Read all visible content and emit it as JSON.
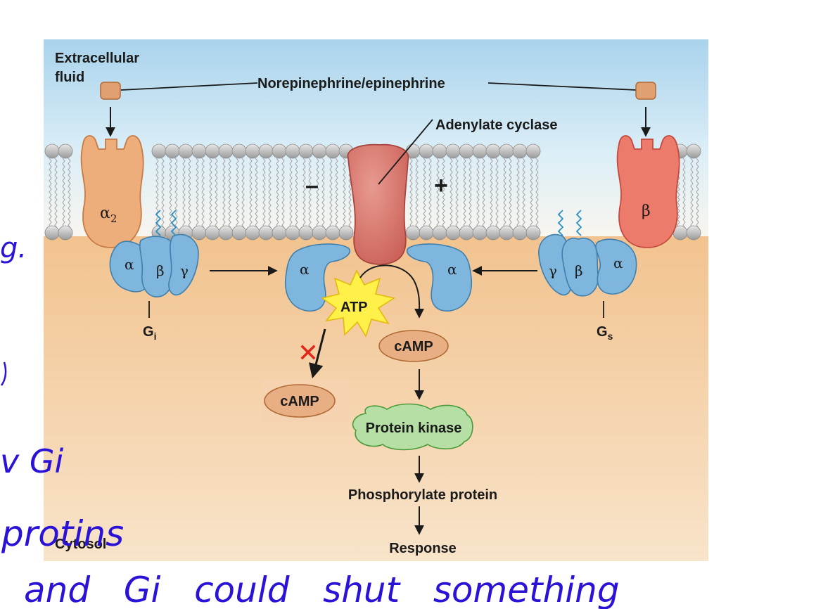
{
  "labels": {
    "extracellular": [
      "Extracellular",
      "fluid"
    ],
    "ligand": "Norepinephrine/epinephrine",
    "adenylate_cyclase": "Adenylate cyclase",
    "minus": "–",
    "plus": "+",
    "cytosol": "Cytosol"
  },
  "receptors": {
    "alpha2": {
      "sym": "α",
      "sub": "2"
    },
    "beta": "β"
  },
  "g_proteins": {
    "gi": {
      "alpha": "α",
      "beta": "β",
      "gamma": "γ",
      "name": "G",
      "sub": "i"
    },
    "gs": {
      "alpha": "α",
      "beta": "β",
      "gamma": "γ",
      "name": "G",
      "sub": "s"
    },
    "ac_left_alpha": "α",
    "ac_right_alpha": "α"
  },
  "pathway": {
    "atp": "ATP",
    "camp_main": "cAMP",
    "camp_blocked": "cAMP",
    "blocked_mark": "✕",
    "protein_kinase": "Protein kinase",
    "phosphorylate": "Phosphorylate protein",
    "response": "Response"
  },
  "handwritten_notes": [
    "v Gi",
    "protins",
    "and   Gi   could   shut   something",
    "g."
  ],
  "colors": {
    "bg_top": "#a9d3ec",
    "bg_mid": "#fbf6ee",
    "cytosol": "#f4cfa1",
    "phospholipid_head": "#b9b9b9",
    "alpha2_receptor": "#eeae7c",
    "beta_receptor": "#ec7b6b",
    "adenylate_cyclase": "#d9736a",
    "g_protein": "#7fb6de",
    "ligand": "#e0a070",
    "camp": "#e8ae84",
    "atp_star": "#fff04a",
    "kinase": "#b6dfa5",
    "handwriting": "#2a13d6",
    "blocked_x": "#e3261a"
  }
}
